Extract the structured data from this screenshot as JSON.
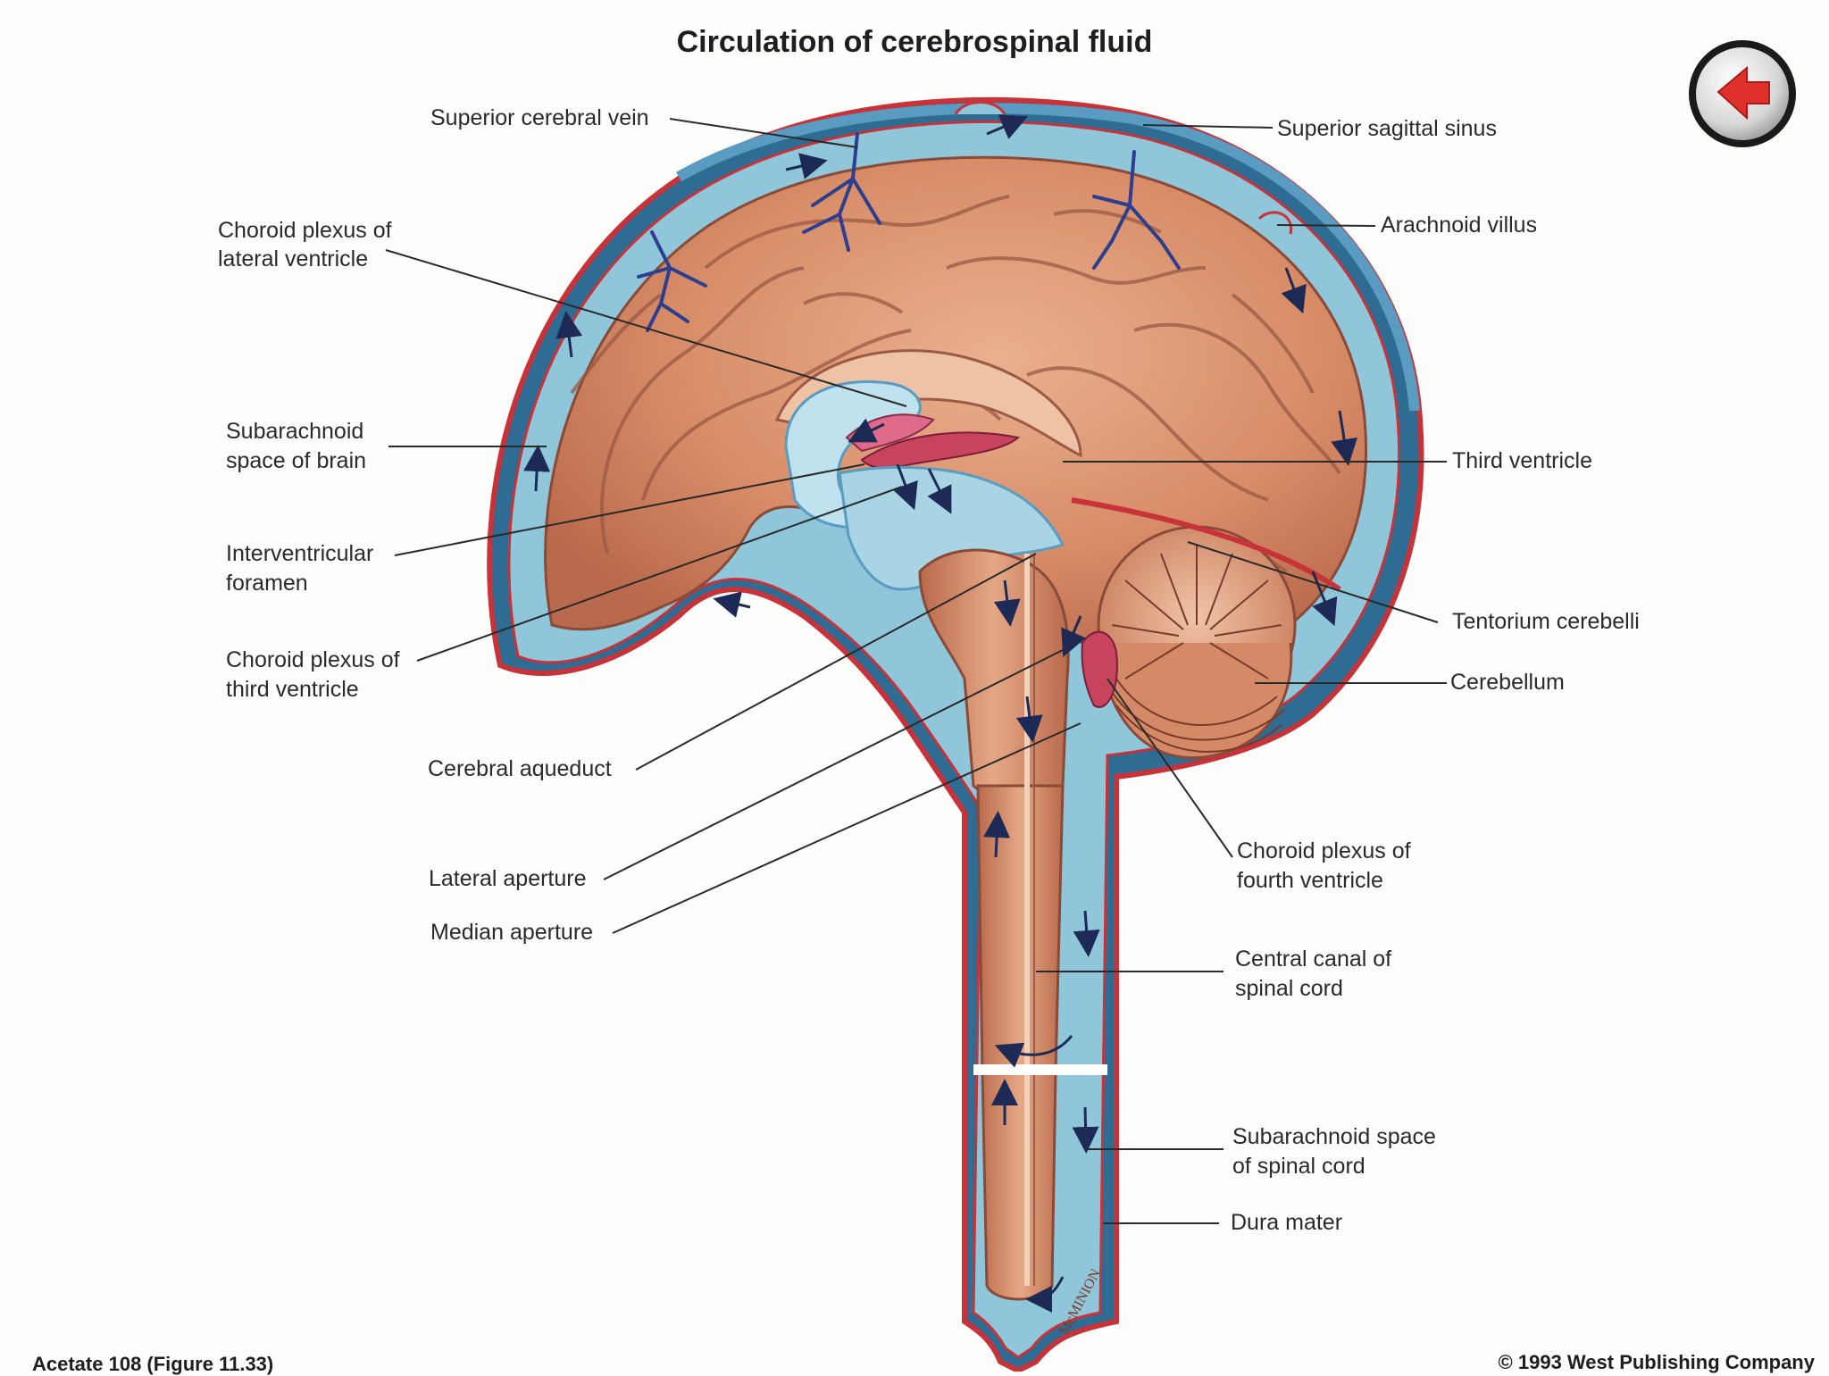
{
  "title": "Circulation of cerebrospinal fluid",
  "labels": {
    "superior_cerebral_vein": "Superior cerebral vein",
    "superior_sagittal_sinus": "Superior sagittal sinus",
    "arachnoid_villus": "Arachnoid villus",
    "choroid_plexus_lateral_l1": "Choroid plexus of",
    "choroid_plexus_lateral_l2": "lateral ventricle",
    "subarachnoid_brain_l1": "Subarachnoid",
    "subarachnoid_brain_l2": "space of brain",
    "third_ventricle": "Third ventricle",
    "interventricular_l1": "Interventricular",
    "interventricular_l2": "foramen",
    "tentorium": "Tentorium cerebelli",
    "choroid_plexus_third_l1": "Choroid plexus of",
    "choroid_plexus_third_l2": "third ventricle",
    "cerebellum": "Cerebellum",
    "cerebral_aqueduct": "Cerebral aqueduct",
    "choroid_plexus_fourth_l1": "Choroid plexus of",
    "choroid_plexus_fourth_l2": "fourth ventricle",
    "lateral_aperture": "Lateral aperture",
    "median_aperture": "Median aperture",
    "central_canal_l1": "Central canal of",
    "central_canal_l2": "spinal cord",
    "subarachnoid_spinal_l1": "Subarachnoid space",
    "subarachnoid_spinal_l2": "of spinal cord",
    "dura_mater": "Dura mater"
  },
  "footer": {
    "left": "Acetate 108 (Figure 11.33)",
    "right": "© 1993 West Publishing Company"
  },
  "signature": "McMINION",
  "colors": {
    "csf_blue": "#8fc6da",
    "brain_flesh": "#d9906c",
    "dura_red": "#c8333a",
    "vein_blue": "#2c3f8f",
    "back_arrow": "#e0302c"
  },
  "icons": {
    "back": "left-arrow-icon"
  }
}
